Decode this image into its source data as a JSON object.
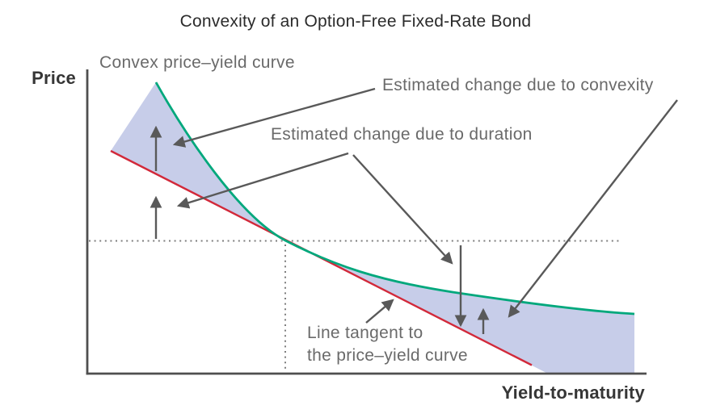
{
  "figure": {
    "title": "Convexity of an Option-Free Fixed-Rate Bond",
    "y_axis_label": "Price",
    "x_axis_label": "Yield-to-maturity",
    "curve_label": "Convex price–yield curve",
    "convexity_annotation": "Estimated change due to convexity",
    "duration_annotation": "Estimated change due to duration",
    "tangent_annotation_line1": "Line tangent to",
    "tangent_annotation_line2": "the price–yield curve"
  },
  "colors": {
    "background": "#ffffff",
    "curve_green": "#00a87c",
    "tangent_red": "#d2293a",
    "region_fill": "#c7cde9",
    "arrow_gray": "#595959",
    "axis_gray": "#4f4f4f",
    "dotted_gray": "#7e7e7e",
    "annotation_text": "#6a6a6a",
    "title_text": "#2b2b2b",
    "axis_label_text": "#363636"
  }
}
